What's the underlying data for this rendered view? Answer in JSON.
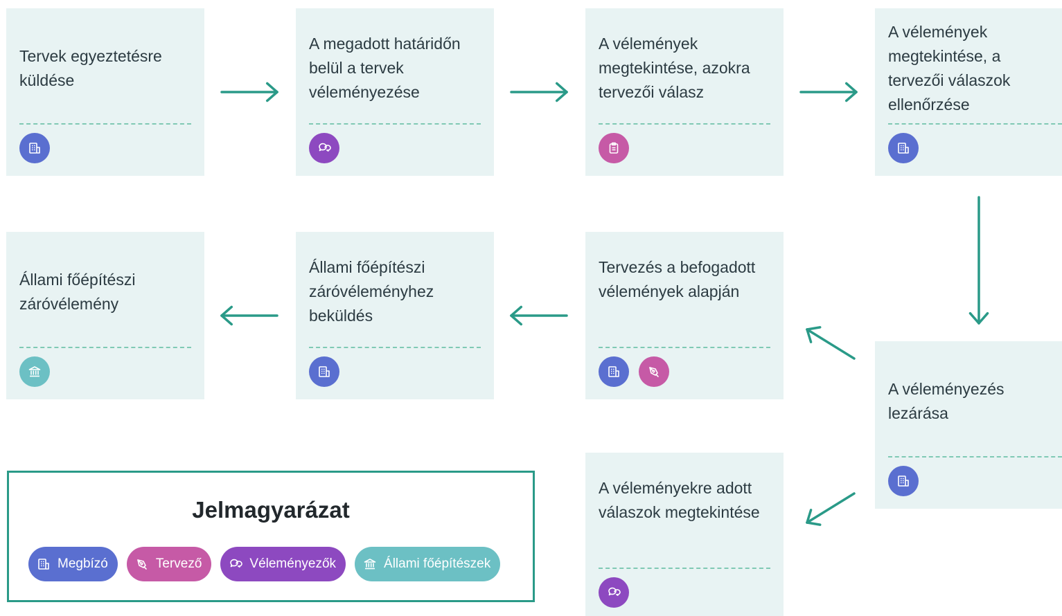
{
  "roles": {
    "megbizo": {
      "label": "Megbízó",
      "color": "#5a6fd0",
      "icon": "building-icon"
    },
    "tervezo": {
      "label": "Tervező",
      "color": "#c65aa6",
      "icon": "pen-nib-icon"
    },
    "velemeny": {
      "label": "Véleményezők",
      "color": "#8d49c0",
      "icon": "chat-bubbles-icon"
    },
    "allami": {
      "label": "Állami főépítészek",
      "color": "#6cc0c4",
      "icon": "institution-icon"
    }
  },
  "steps": [
    {
      "id": "step-1",
      "text": "Tervek egyeztetésre küldése",
      "roles": [
        "megbizo"
      ]
    },
    {
      "id": "step-2",
      "text": "A megadott határidőn belül a tervek véleményezése",
      "roles": [
        "velemeny"
      ]
    },
    {
      "id": "step-3",
      "text": "A vélemények megtekintése, azokra tervezői válasz",
      "roles": [
        "tervezo"
      ]
    },
    {
      "id": "step-4",
      "text": "A vélemények megtekintése, a tervezői válaszok ellenőrzése",
      "roles": [
        "megbizo"
      ]
    },
    {
      "id": "step-5",
      "text": "A véleményezés lezárása",
      "roles": [
        "megbizo"
      ]
    },
    {
      "id": "step-6",
      "text": "A véleményekre adott válaszok megtekintése",
      "roles": [
        "velemeny"
      ]
    },
    {
      "id": "step-7",
      "text": "Tervezés a befogadott vélemények alapján",
      "roles": [
        "megbizo",
        "tervezo"
      ]
    },
    {
      "id": "step-8",
      "text": "Állami főépítészi záróvéleményhez beküldés",
      "roles": [
        "megbizo"
      ]
    },
    {
      "id": "step-9",
      "text": "Állami főépítészi záróvélemény",
      "roles": [
        "allami"
      ]
    }
  ],
  "legend": {
    "title": "Jelmagyarázat",
    "items": [
      "megbizo",
      "tervezo",
      "velemeny",
      "allami"
    ]
  },
  "colors": {
    "arrow": "#2a9a88",
    "card_bg": "#e8f3f3",
    "separator": "#7fc9b4"
  }
}
